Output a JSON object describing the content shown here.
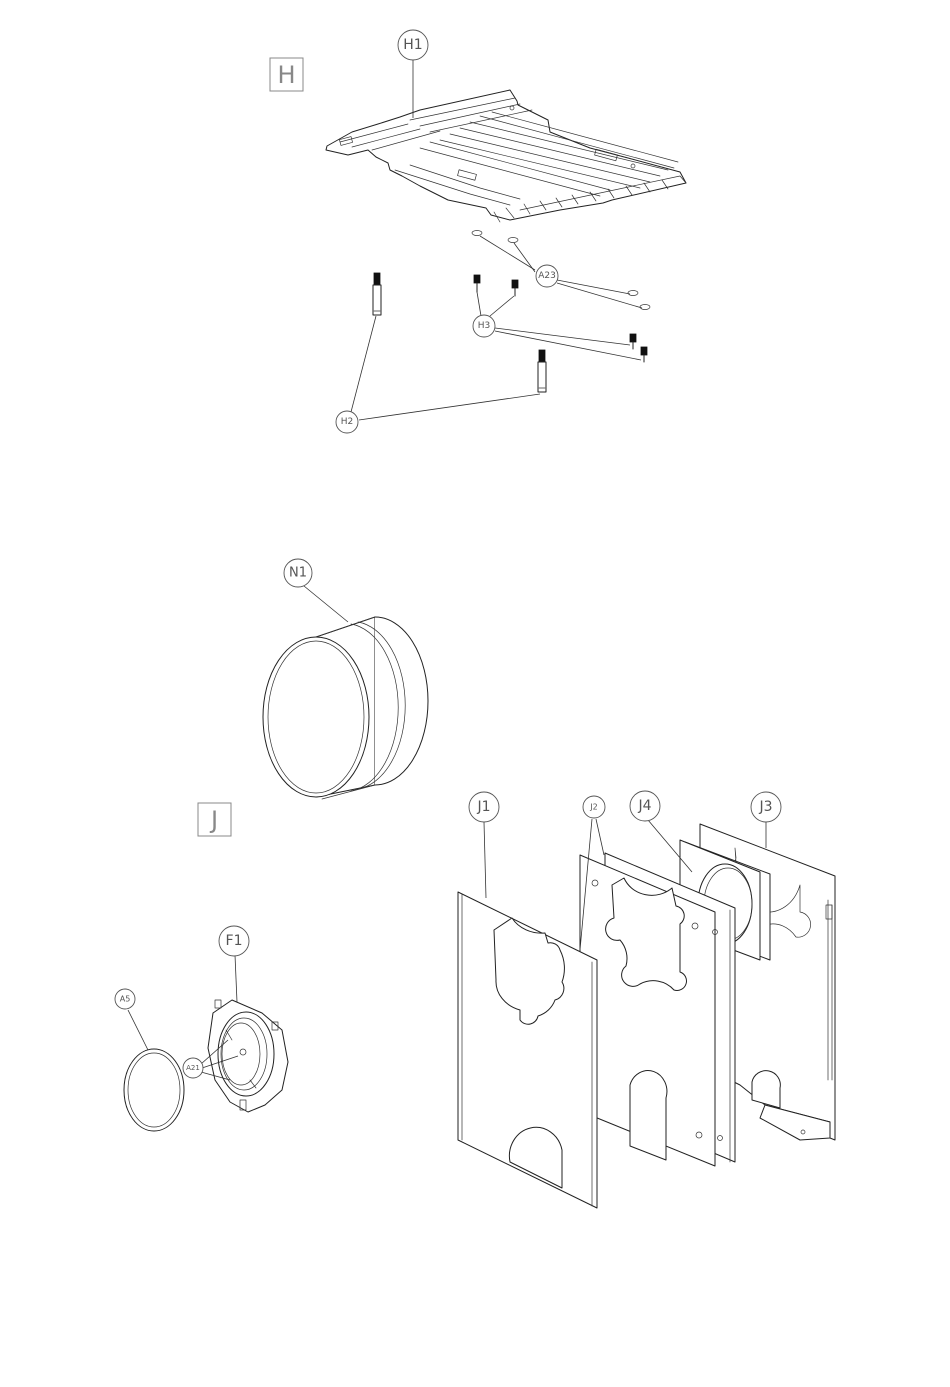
{
  "sections": {
    "h": "H",
    "j": "J"
  },
  "callouts": {
    "h1": "H1",
    "a23": "A23",
    "h3": "H3",
    "h2": "H2",
    "n1": "N1",
    "j1": "J1",
    "j2": "J2",
    "j4": "J4",
    "j3": "J3",
    "f1": "F1",
    "a5": "A5",
    "a21": "A21"
  }
}
